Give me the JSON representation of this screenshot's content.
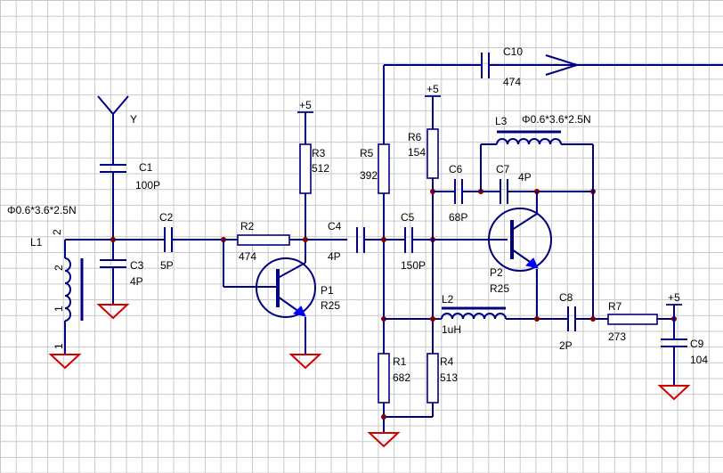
{
  "components": {
    "antenna": {
      "label": "Y"
    },
    "L1": {
      "ref": "L1",
      "spec": "Φ0.6*3.6*2.5N",
      "pin_top": "2",
      "pin_mid_a": "2",
      "pin_mid_b": "1",
      "pin_bottom": "1"
    },
    "C1": {
      "ref": "C1",
      "value": "100P"
    },
    "C2": {
      "ref": "C2",
      "value": "5P"
    },
    "C3": {
      "ref": "C3",
      "value": "4P"
    },
    "R2": {
      "ref": "R2",
      "value": "474"
    },
    "R3": {
      "ref": "R3",
      "value": "512"
    },
    "P1": {
      "ref": "P1",
      "value": "R25"
    },
    "C4": {
      "ref": "C4",
      "value": "4P"
    },
    "R5": {
      "ref": "R5",
      "value": "392"
    },
    "C5": {
      "ref": "C5",
      "value": "150P"
    },
    "R6": {
      "ref": "R6",
      "value": "154"
    },
    "C6": {
      "ref": "C6",
      "value": "68P"
    },
    "C7": {
      "ref": "C7",
      "value": "4P"
    },
    "L3": {
      "ref": "L3",
      "spec": "Φ0.6*3.6*2.5N"
    },
    "P2": {
      "ref": "P2",
      "value": "R25"
    },
    "C10": {
      "ref": "C10",
      "value": "474"
    },
    "L2": {
      "ref": "L2",
      "value": "1uH"
    },
    "C8": {
      "ref": "C8",
      "value": "2P"
    },
    "R7": {
      "ref": "R7",
      "value": "273"
    },
    "C9": {
      "ref": "C9",
      "value": "104"
    },
    "R1": {
      "ref": "R1",
      "value": "682"
    },
    "R4": {
      "ref": "R4",
      "value": "513"
    }
  },
  "power": {
    "vcc_label": "+5"
  },
  "colors": {
    "wire": "#00007f",
    "ground": "#d00000",
    "junction": "#7f0000",
    "arrow": "#0000ff",
    "grid": "#c8c8c8"
  }
}
